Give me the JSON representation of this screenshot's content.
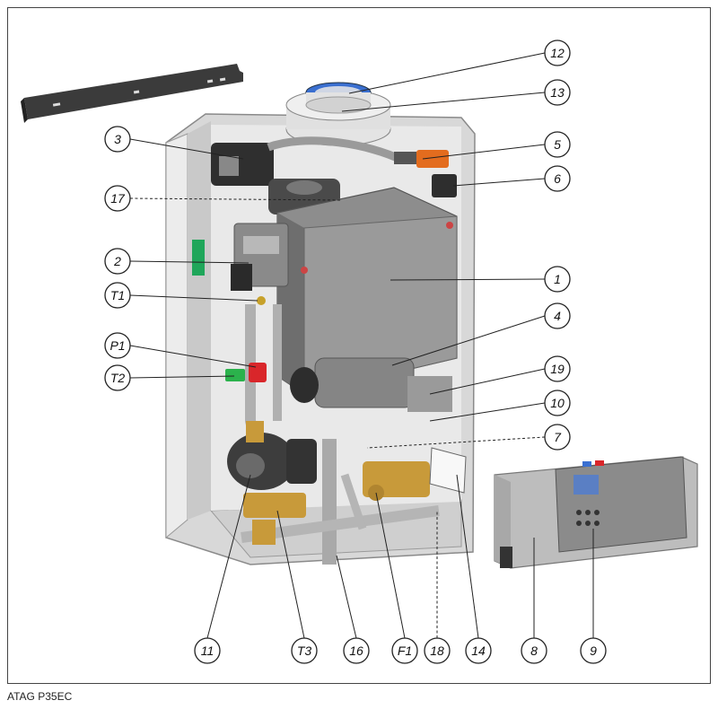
{
  "caption": "ATAG P35EC",
  "callouts": [
    {
      "id": "12",
      "label": "12",
      "dashed": false
    },
    {
      "id": "13",
      "label": "13",
      "dashed": false
    },
    {
      "id": "3",
      "label": "3",
      "dashed": false
    },
    {
      "id": "5",
      "label": "5",
      "dashed": false
    },
    {
      "id": "6",
      "label": "6",
      "dashed": false
    },
    {
      "id": "17",
      "label": "17",
      "dashed": true
    },
    {
      "id": "2",
      "label": "2",
      "dashed": false
    },
    {
      "id": "1",
      "label": "1",
      "dashed": false
    },
    {
      "id": "T1",
      "label": "T1",
      "dashed": false
    },
    {
      "id": "4",
      "label": "4",
      "dashed": false
    },
    {
      "id": "P1",
      "label": "P1",
      "dashed": false
    },
    {
      "id": "19",
      "label": "19",
      "dashed": false
    },
    {
      "id": "T2",
      "label": "T2",
      "dashed": false
    },
    {
      "id": "10",
      "label": "10",
      "dashed": false
    },
    {
      "id": "7",
      "label": "7",
      "dashed": true
    },
    {
      "id": "11",
      "label": "11",
      "dashed": false
    },
    {
      "id": "T3",
      "label": "T3",
      "dashed": false
    },
    {
      "id": "16",
      "label": "16",
      "dashed": false
    },
    {
      "id": "F1",
      "label": "F1",
      "dashed": false
    },
    {
      "id": "18",
      "label": "18",
      "dashed": true
    },
    {
      "id": "14",
      "label": "14",
      "dashed": false
    },
    {
      "id": "8",
      "label": "8",
      "dashed": false
    },
    {
      "id": "9",
      "label": "9",
      "dashed": false
    }
  ],
  "colors": {
    "casing": "#dcdcdc",
    "casing_edge": "#9a9a9a",
    "heat_exchanger": "#8d8d8d",
    "dark_part": "#3a3a3a",
    "brass": "#c89a3a",
    "flue_blue": "#3a6fd0",
    "valve_red": "#d9262a",
    "valve_green": "#2bb24c",
    "pipe": "#b4b4b4",
    "panel": "#bdbdbd",
    "display": "#5a7fc4"
  }
}
